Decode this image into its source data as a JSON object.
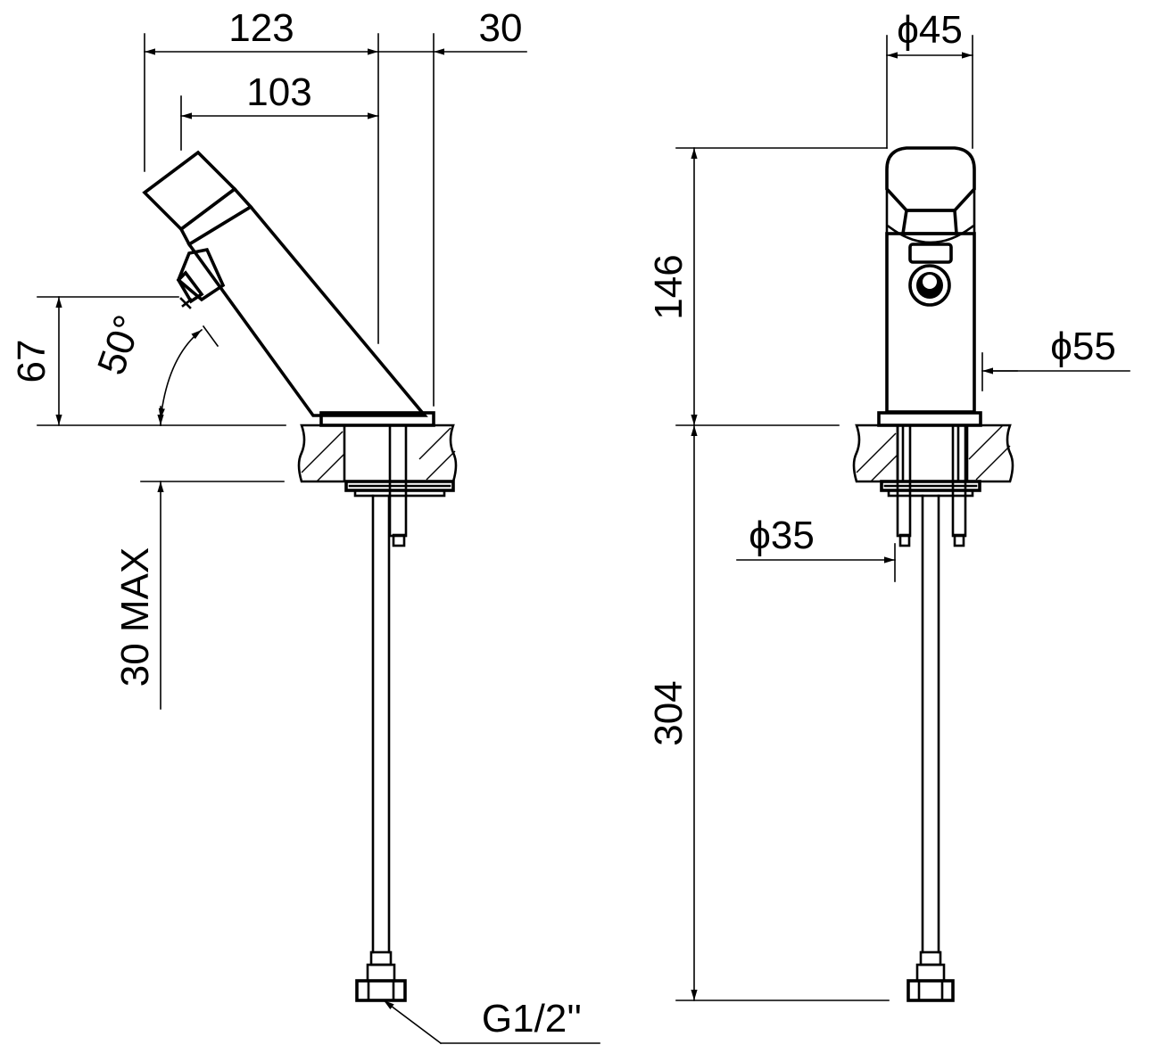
{
  "side_view": {
    "dim_total_width": "123",
    "dim_spout_reach": "103",
    "dim_base_offset": "30",
    "dim_height_above_deck": "67",
    "dim_angle": "50°",
    "dim_deck_thickness": "30 MAX"
  },
  "front_view": {
    "dim_head_diameter": "ϕ45",
    "dim_height": "146",
    "dim_base_diameter": "ϕ55",
    "dim_hole_diameter": "ϕ35",
    "dim_hose_length": "304"
  },
  "connection_label": "G1/2''"
}
